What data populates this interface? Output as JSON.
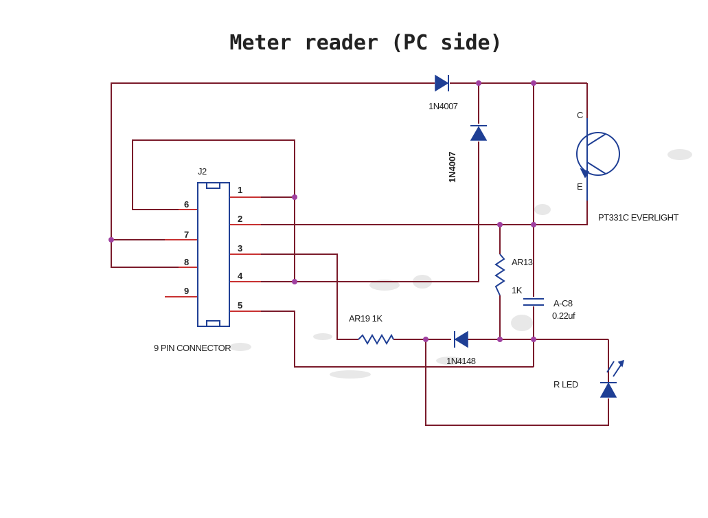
{
  "title": "Meter reader (PC side)",
  "connector": {
    "ref": "J2",
    "label": "9 PIN CONNECTOR",
    "pins": [
      "1",
      "2",
      "3",
      "4",
      "5",
      "6",
      "7",
      "8",
      "9"
    ]
  },
  "components": {
    "d_top": "1N4007",
    "d_vert": "1N4007",
    "d_signal": "1N4148",
    "r_vert_ref": "AR13",
    "r_vert_val": "1K",
    "r_horiz": "AR19 1K",
    "cap_ref": "A-C8",
    "cap_val": "0.22uf",
    "transistor": "PT331C EVERLIGHT",
    "transistor_c": "C",
    "transistor_e": "E",
    "led": "R LED"
  },
  "colors": {
    "wire": "#7a1a2a",
    "component": "#1f3f95",
    "node": "#a040a0"
  }
}
